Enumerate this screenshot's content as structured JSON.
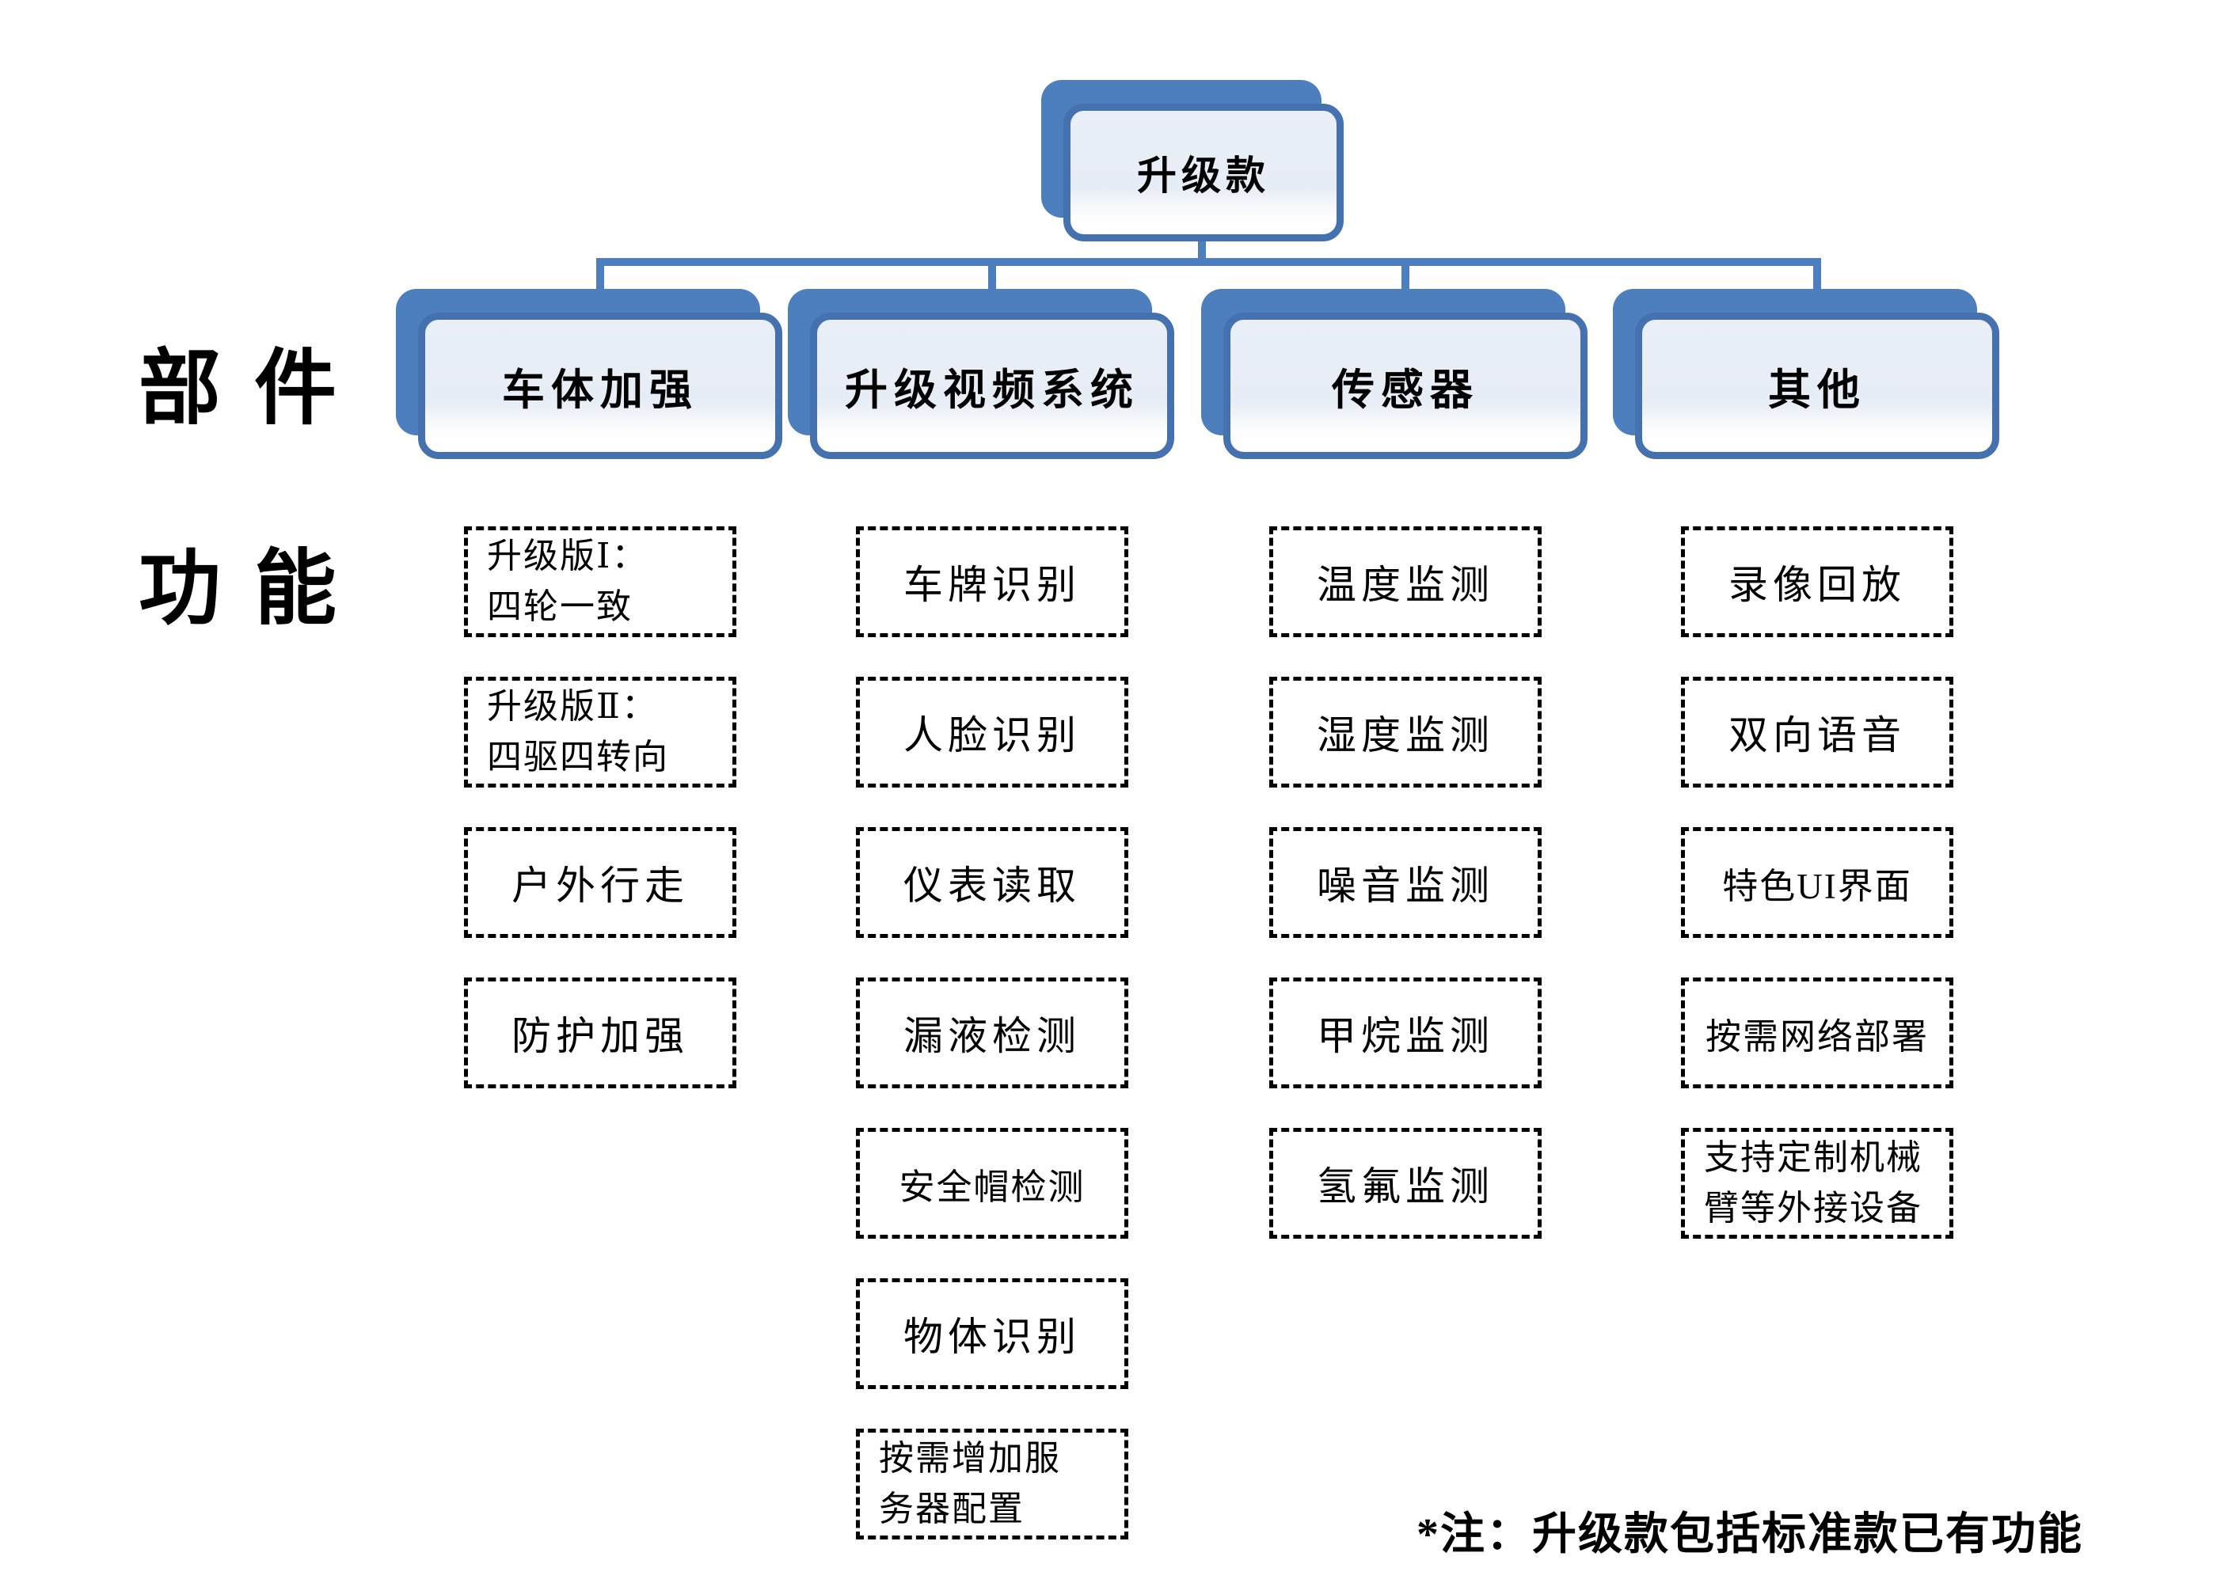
{
  "labels": {
    "components": "部件",
    "functions": "功能"
  },
  "root": {
    "label": "升级款"
  },
  "branches": [
    {
      "label": "车体加强",
      "features": [
        "升级版Ⅰ：\n四轮一致",
        "升级版Ⅱ：\n四驱四转向",
        "户外行走",
        "防护加强"
      ]
    },
    {
      "label": "升级视频系统",
      "features": [
        "车牌识别",
        "人脸识别",
        "仪表读取",
        "漏液检测",
        "安全帽检测",
        "物体识别",
        "按需增加服\n务器配置"
      ]
    },
    {
      "label": "传感器",
      "features": [
        "温度监测",
        "湿度监测",
        "噪音监测",
        "甲烷监测",
        "氢氟监测"
      ]
    },
    {
      "label": "其他",
      "features": [
        "录像回放",
        "双向语音",
        "特色UI界面",
        "按需网络部署",
        "支持定制机械\n臂等外接设备"
      ]
    }
  ],
  "footnote": "*注：升级款包括标准款已有功能",
  "colors": {
    "accent_blue": "#4d7ebd",
    "node_border": "#4572ae",
    "node_fill_top": "#e9eef7",
    "dash_border": "#000000",
    "background": "#ffffff",
    "text": "#000000"
  }
}
